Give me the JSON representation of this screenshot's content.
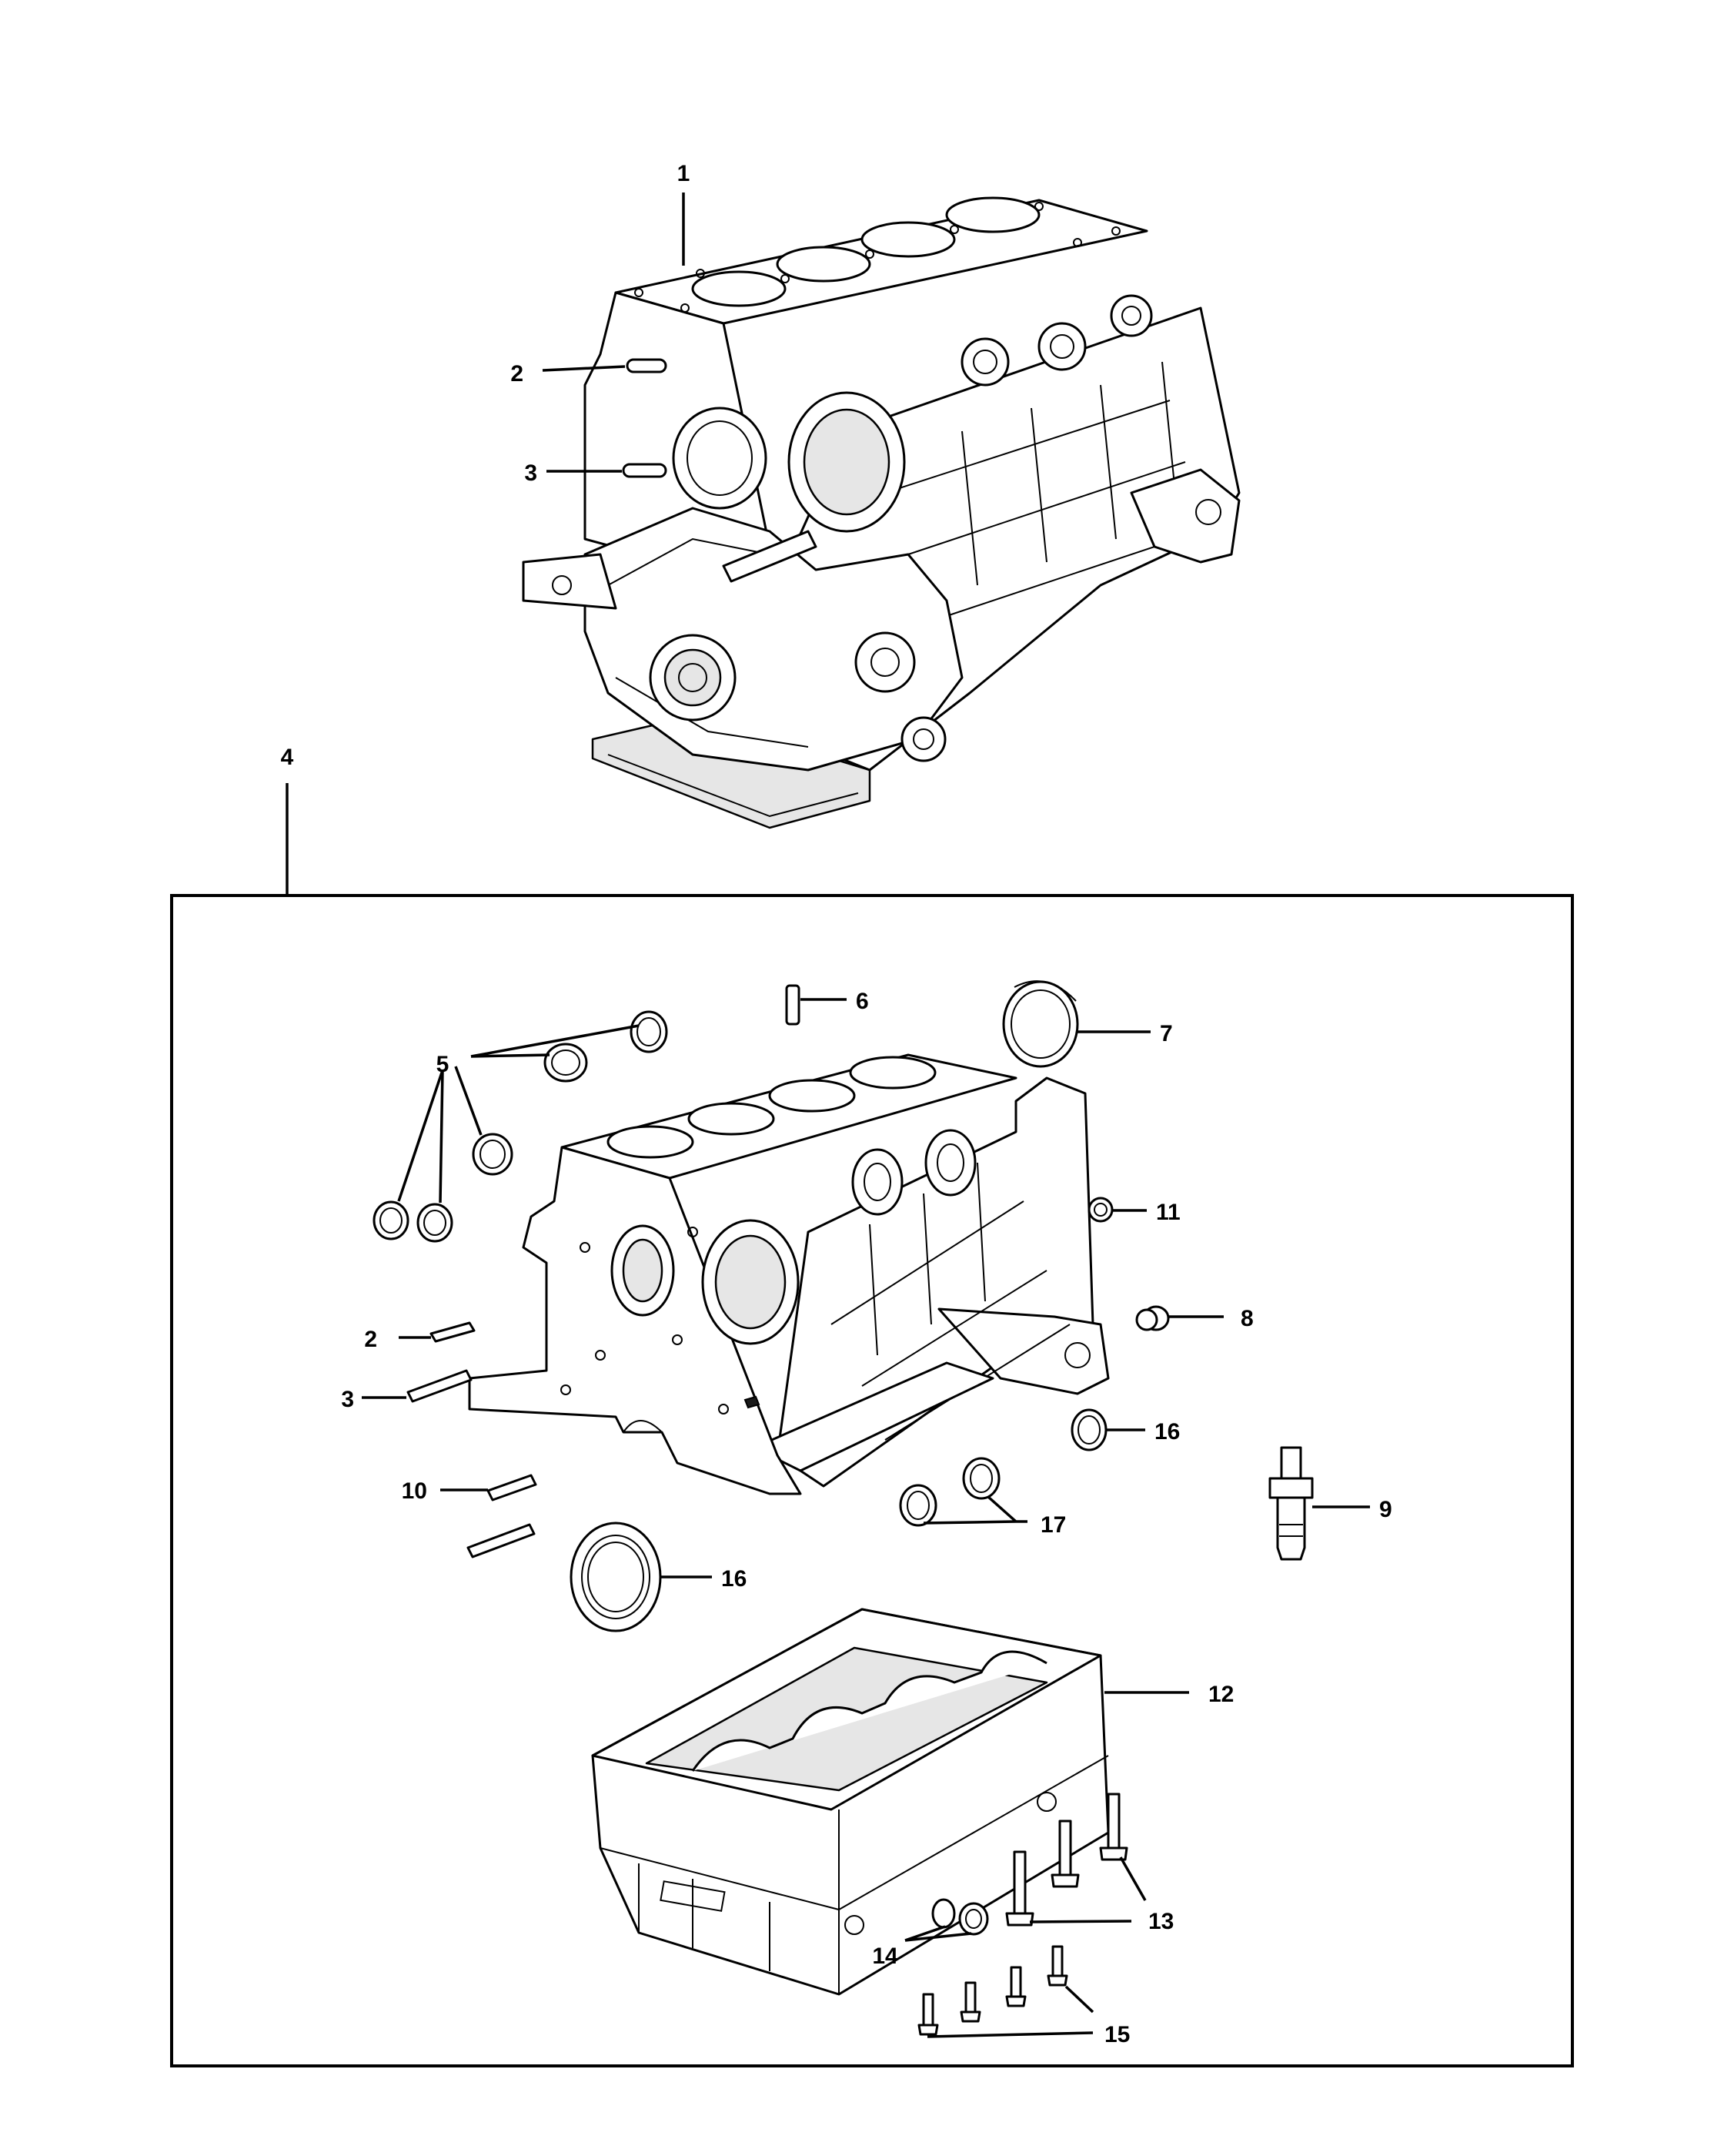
{
  "callouts": {
    "c1": "1",
    "c2a": "2",
    "c3a": "3",
    "c4": "4",
    "c5": "5",
    "c6": "6",
    "c7": "7",
    "c8": "8",
    "c9": "9",
    "c2b": "2",
    "c3b": "3",
    "c10": "10",
    "c11": "11",
    "c12": "12",
    "c13": "13",
    "c14": "14",
    "c15": "15",
    "c16a": "16",
    "c16b": "16",
    "c17": "17"
  },
  "colors": {
    "line": "#000000",
    "background": "#ffffff",
    "shade": "#e6e6e6"
  }
}
